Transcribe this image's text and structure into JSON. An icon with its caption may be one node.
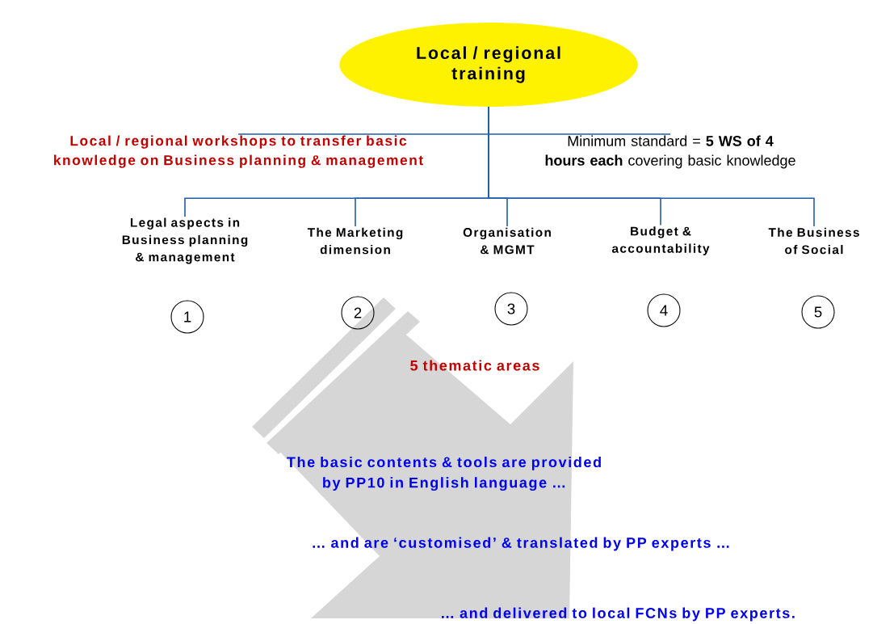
{
  "diagram": {
    "nodes": [
      {
        "text": [
          "Local / regional training"
        ]
      },
      {
        "text": [
          "Local / regional workshops to transfer basic knowledge on Business planning & management"
        ]
      },
      {
        "text": [
          "Minimum standard = **5 WS of 4 hours each** covering basic knowledge"
        ]
      },
      {
        "text": [
          "Legal aspects in Business planning & management"
        ]
      },
      {
        "text": [
          "The Marketing dimension"
        ]
      },
      {
        "text": [
          "Organisation & MGMT"
        ]
      },
      {
        "text": [
          "Budget & accountability"
        ]
      },
      {
        "text": [
          "The Business of Social"
        ]
      },
      {
        "text": [
          "1"
        ]
      },
      {
        "text": [
          "2"
        ]
      },
      {
        "text": [
          "3"
        ]
      },
      {
        "text": [
          "4"
        ]
      },
      {
        "text": [
          "5"
        ]
      }
    ],
    "edges": [
      {
        "from": 0,
        "to": 1,
        "arrow": "none"
      },
      {
        "from": 0,
        "to": 2,
        "arrow": "none"
      },
      {
        "from": 0,
        "to": 3,
        "arrow": "none"
      },
      {
        "from": 0,
        "to": 4,
        "arrow": "none"
      },
      {
        "from": 0,
        "to": 5,
        "arrow": "none"
      },
      {
        "from": 0,
        "to": 6,
        "arrow": "none"
      },
      {
        "from": 0,
        "to": 7,
        "arrow": "none"
      }
    ],
    "labels": [
      "5 thematic areas",
      "The basic contents & tools are provided by PP10 in English language …",
      "… and are ‘customised’ & translated by PP experts …",
      "… and delivered to local FCNs by PP experts."
    ]
  }
}
